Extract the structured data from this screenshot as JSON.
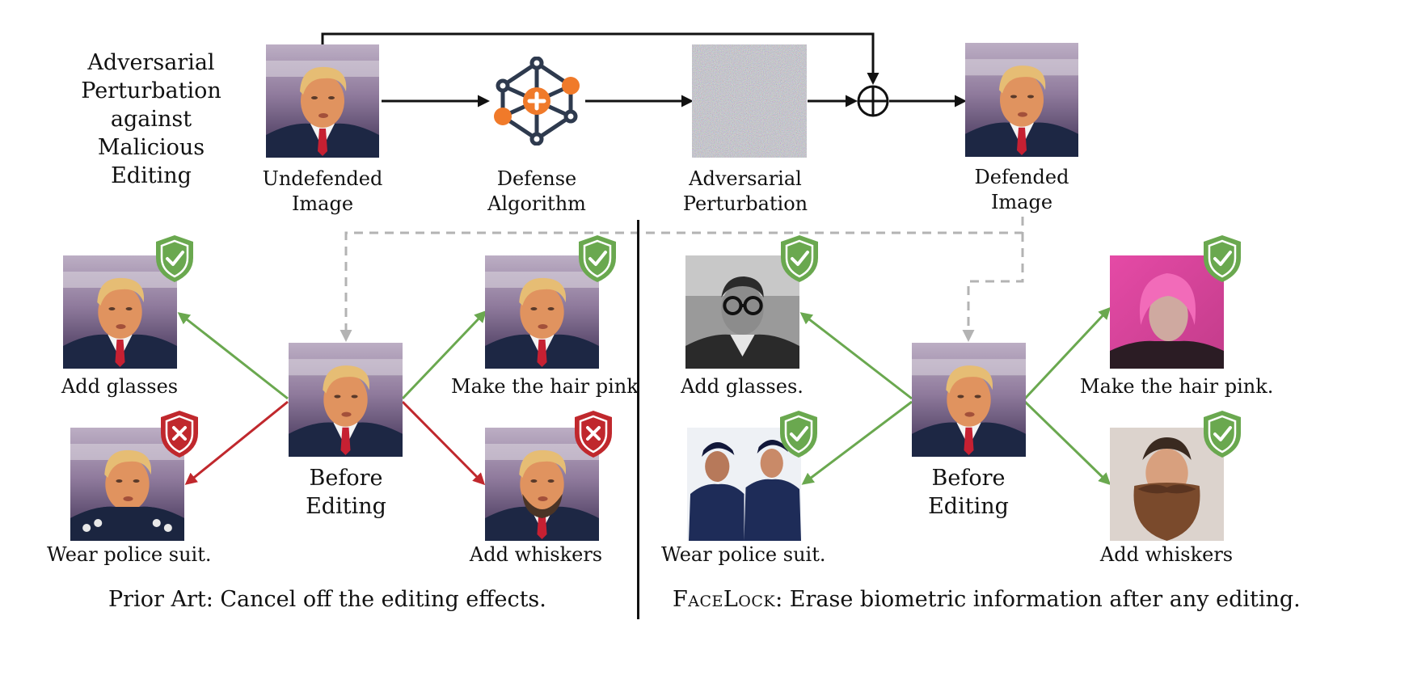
{
  "pipeline": {
    "title_lines": [
      "Adversarial",
      "Perturbation",
      "against",
      "Malicious",
      "Editing"
    ],
    "undefended_lines": [
      "Undefended",
      "Image"
    ],
    "defense_lines": [
      "Defense",
      "Algorithm"
    ],
    "perturbation_lines": [
      "Adversarial",
      "Perturbation"
    ],
    "defended_lines": [
      "Defended",
      "Image"
    ]
  },
  "prior_art": {
    "before_lines": [
      "Before",
      "Editing"
    ],
    "edits": {
      "glasses": "Add glasses",
      "hair": "Make the hair pink",
      "police": "Wear police suit.",
      "whiskers": "Add whiskers"
    },
    "caption": "Prior Art: Cancel off the editing effects."
  },
  "facelock": {
    "before_lines": [
      "Before",
      "Editing"
    ],
    "edits": {
      "glasses": "Add glasses.",
      "hair": "Make the hair pink.",
      "police": "Wear police suit.",
      "whiskers": "Add whiskers"
    },
    "caption_name": "FaceLock",
    "caption_rest": ": Erase biometric information after any editing."
  },
  "colors": {
    "success": "#6aa84f",
    "failure": "#c0282d",
    "network_orange": "#f07a2a",
    "network_navy": "#2e3a4e",
    "dashed": "#b3b3b3"
  }
}
